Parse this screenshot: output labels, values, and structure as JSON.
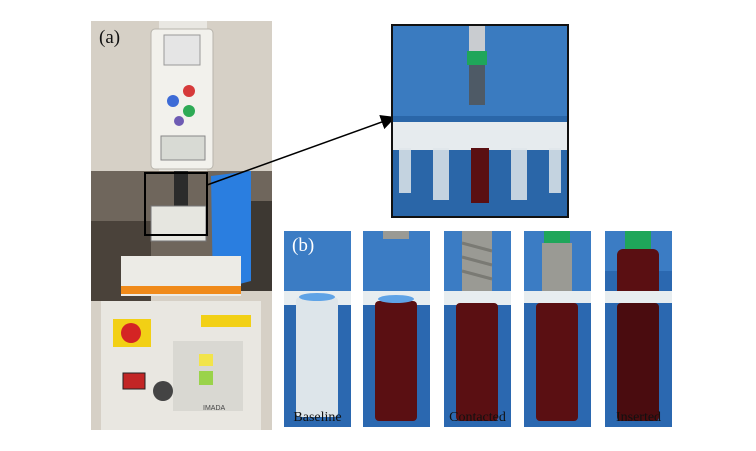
{
  "panel_a": {
    "label": "(a)"
  },
  "panel_b": {
    "label": "(b)"
  },
  "captions": [
    "Baseline",
    "Contacted",
    "Inserted"
  ],
  "device": {
    "brand": "IMADA"
  },
  "colors": {
    "blood": "#5a0f12",
    "blue_tape": "#2a7ee0",
    "tube": "#dfe6ea",
    "implant_green": "#1fa65a",
    "implant_gray": "#9a9a94",
    "inset_bg": "#2a66a8"
  }
}
